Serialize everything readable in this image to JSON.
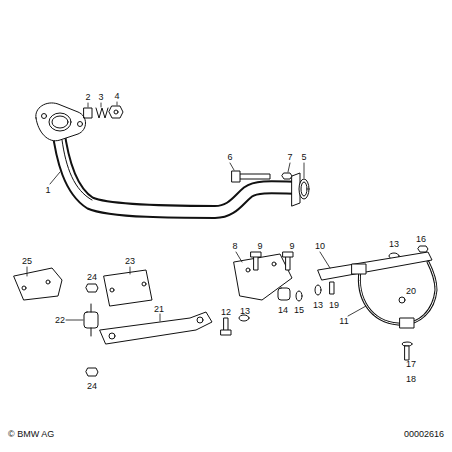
{
  "diagram": {
    "labels": [
      "1",
      "2",
      "3",
      "4",
      "5",
      "6",
      "7",
      "8",
      "9",
      "9",
      "10",
      "11",
      "12",
      "13",
      "13",
      "13",
      "14",
      "15",
      "16",
      "17",
      "18",
      "19",
      "20",
      "21",
      "22",
      "23",
      "24",
      "24",
      "25",
      "© BMW AG",
      "00002616"
    ]
  }
}
